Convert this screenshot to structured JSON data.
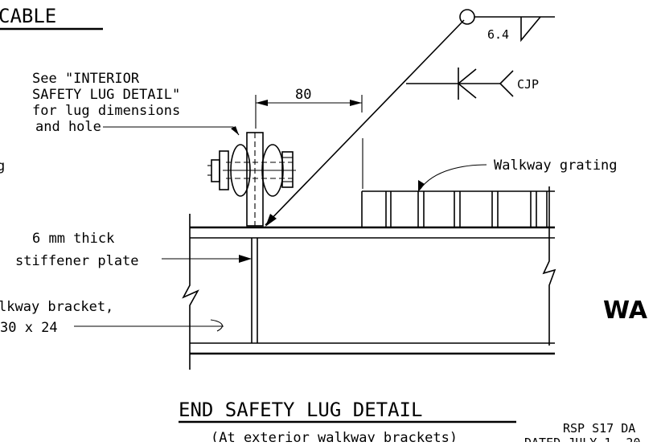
{
  "top_title": "CABLE",
  "callout_lug_detail": [
    "See \"INTERIOR",
    "SAFETY LUG DETAIL\"",
    "for lug dimensions",
    "and hole"
  ],
  "left_fragment_g": "g",
  "dimension_80": "80",
  "weld_size": "6.4",
  "weld_type": "CJP",
  "walkway_grating_label": "Walkway grating",
  "stiffener_label": [
    "6 mm thick",
    "stiffener plate"
  ],
  "bracket_label": [
    "lkway bracket,",
    "30 x 24"
  ],
  "side_heading_fragment": "WA",
  "detail_title": "END SAFETY LUG DETAIL",
  "detail_subtitle": "(At exterior walkway brackets)",
  "rsp_line": "RSP S17 DA",
  "dated_line": "DATED JULY 1, 20"
}
